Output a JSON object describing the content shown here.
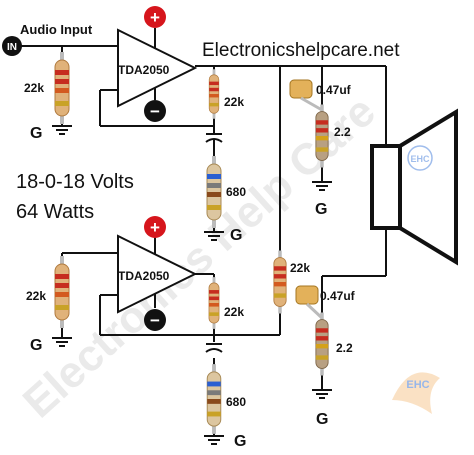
{
  "labels": {
    "audio_input": "Audio Input",
    "in_terminal": "IN",
    "site": "Electronicshelpcare.net",
    "supply": "18-0-18 Volts",
    "power": "64 Watts",
    "watermark": "Electronics Help Care",
    "logo_text": "EHC"
  },
  "chips": {
    "top": "TDA2050",
    "bottom": "TDA2050"
  },
  "components": {
    "r_in_top": "22k",
    "r_fb_top": "22k",
    "r_gnd_top": "680",
    "r_in_bottom": "22k",
    "r_fb_bottom": "22k",
    "r_gnd_bottom": "680",
    "r_bridge": "22k",
    "c_zobel_top": "0.47uf",
    "r_zobel_top": "2.2",
    "c_zobel_bottom": "0.47uf",
    "r_zobel_bottom": "2.2"
  },
  "grounds": {
    "g1": "G",
    "g2": "G",
    "g3": "G",
    "g4": "G",
    "g5": "G",
    "g6": "G"
  },
  "symbols": {
    "plus": "+",
    "minus": "−"
  },
  "colors": {
    "resistor_body": "#e0b27a",
    "capacitor_body": "#e3b15a",
    "plus_circle": "#d6151c",
    "minus_circle": "#111111",
    "wire": "#111111"
  }
}
